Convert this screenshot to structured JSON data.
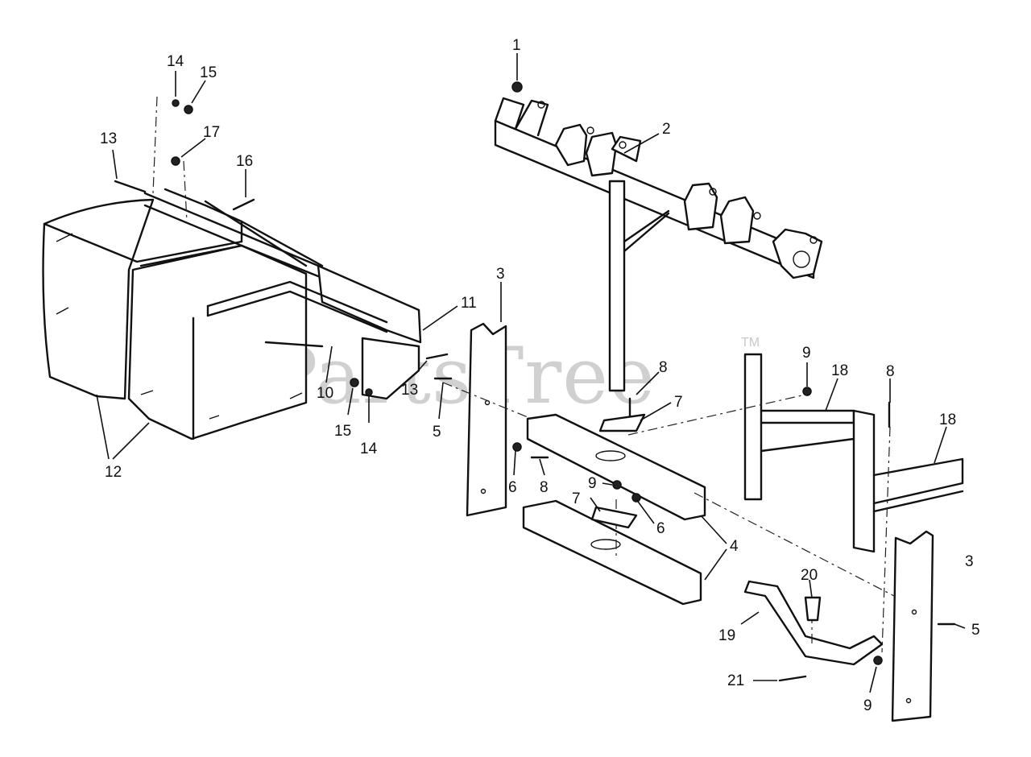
{
  "watermark": {
    "text": "PartsTree",
    "trademark": "TM"
  },
  "callouts": [
    {
      "id": "c1",
      "label": "1"
    },
    {
      "id": "c2",
      "label": "2"
    },
    {
      "id": "c3a",
      "label": "3"
    },
    {
      "id": "c3b",
      "label": "3"
    },
    {
      "id": "c4",
      "label": "4"
    },
    {
      "id": "c5a",
      "label": "5"
    },
    {
      "id": "c5b",
      "label": "5"
    },
    {
      "id": "c6a",
      "label": "6"
    },
    {
      "id": "c6b",
      "label": "6"
    },
    {
      "id": "c7a",
      "label": "7"
    },
    {
      "id": "c7b",
      "label": "7"
    },
    {
      "id": "c8a",
      "label": "8"
    },
    {
      "id": "c8b",
      "label": "8"
    },
    {
      "id": "c8c",
      "label": "8"
    },
    {
      "id": "c9a",
      "label": "9"
    },
    {
      "id": "c9b",
      "label": "9"
    },
    {
      "id": "c9c",
      "label": "9"
    },
    {
      "id": "c10",
      "label": "10"
    },
    {
      "id": "c11",
      "label": "11"
    },
    {
      "id": "c12",
      "label": "12"
    },
    {
      "id": "c13a",
      "label": "13"
    },
    {
      "id": "c13b",
      "label": "13"
    },
    {
      "id": "c14a",
      "label": "14"
    },
    {
      "id": "c14b",
      "label": "14"
    },
    {
      "id": "c15a",
      "label": "15"
    },
    {
      "id": "c15b",
      "label": "15"
    },
    {
      "id": "c16",
      "label": "16"
    },
    {
      "id": "c17",
      "label": "17"
    },
    {
      "id": "c18a",
      "label": "18"
    },
    {
      "id": "c18b",
      "label": "18"
    },
    {
      "id": "c19",
      "label": "19"
    },
    {
      "id": "c20",
      "label": "20"
    },
    {
      "id": "c21",
      "label": "21"
    }
  ]
}
